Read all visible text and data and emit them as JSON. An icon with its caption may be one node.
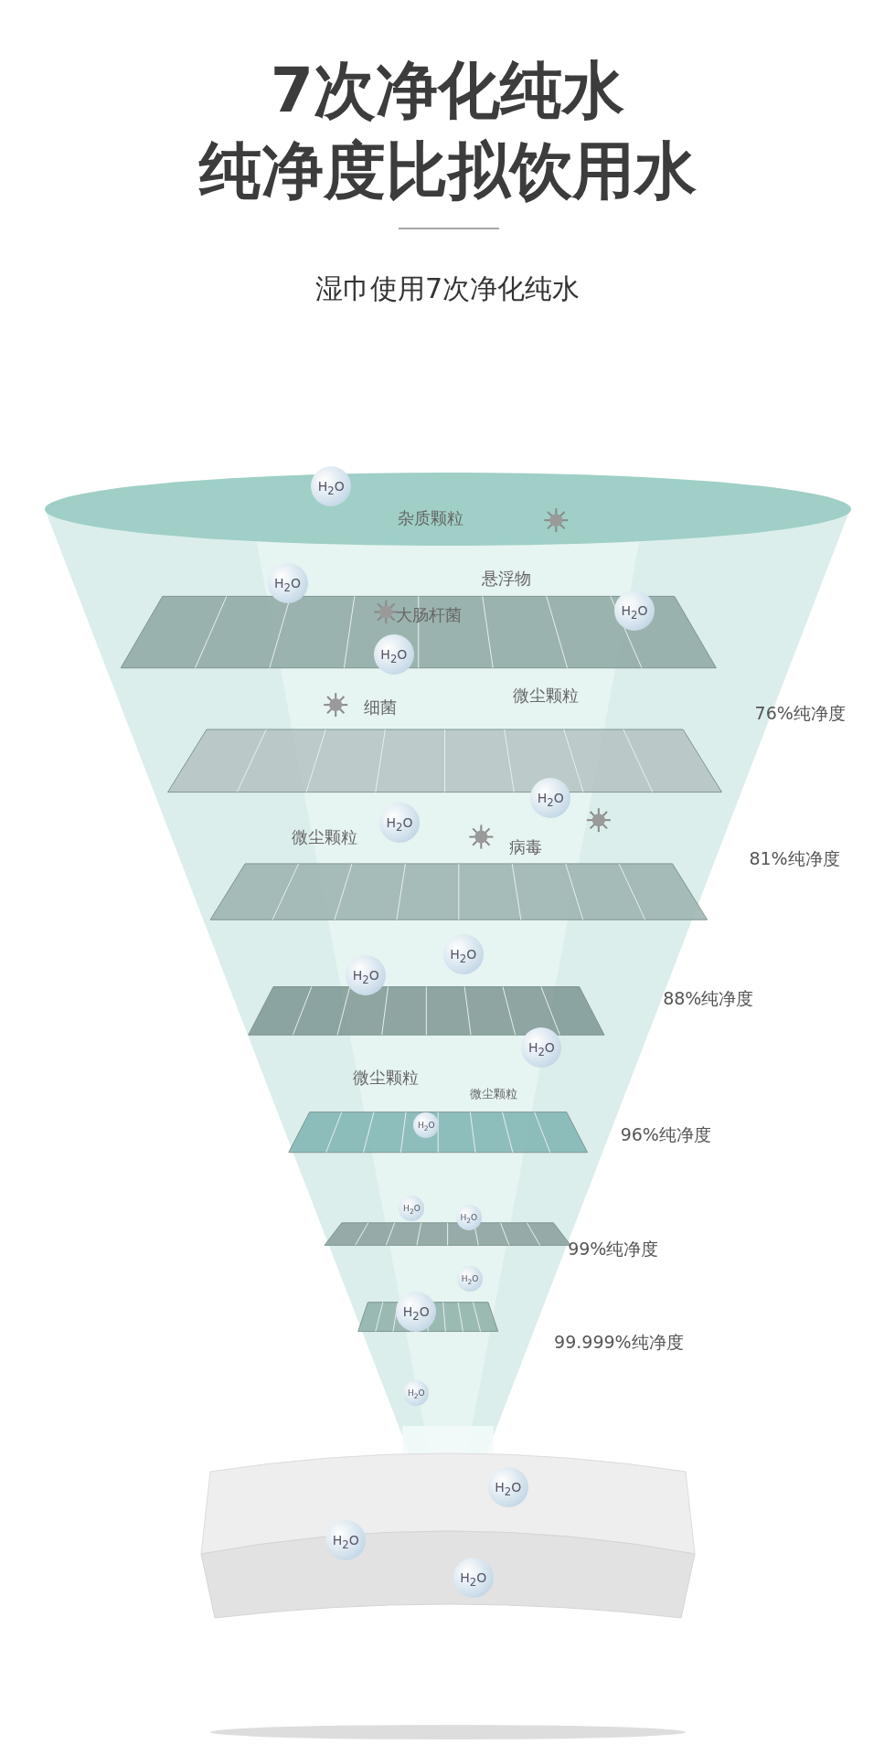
{
  "diagram": {
    "title": "7次净化纯水纯净度比拟饮用水",
    "labels": [
      "湿巾使用7次净化纯水",
      "H$_{2}$O",
      "杂质颗粒",
      "H$_{2}$O",
      "悬浮物",
      "大肠杆菌",
      "H$_{2}$O",
      "H$_{2}$O",
      "细菌",
      "微尘颗粒",
      "76%纯净度",
      "H$_{2}$O",
      "H$_{2}$O",
      "微尘颗粒",
      "病毒",
      "81%纯净度",
      "H$_{2}$O",
      "H$_{2}$O",
      "88%纯净度",
      "H$_{2}$O",
      "微尘颗粒",
      "微尘颗粒",
      "H$_{2}$O",
      "96%纯净度",
      "H$_{2}$O",
      "H$_{2}$O",
      "99%纯净度",
      "H$_{2}$O",
      "H$_{2}$O",
      "99.999%纯净度",
      "H$_{2}$O",
      "H$_{2}$O",
      "H$_{2}$O",
      "H$_{2}$O"
    ]
  }
}
